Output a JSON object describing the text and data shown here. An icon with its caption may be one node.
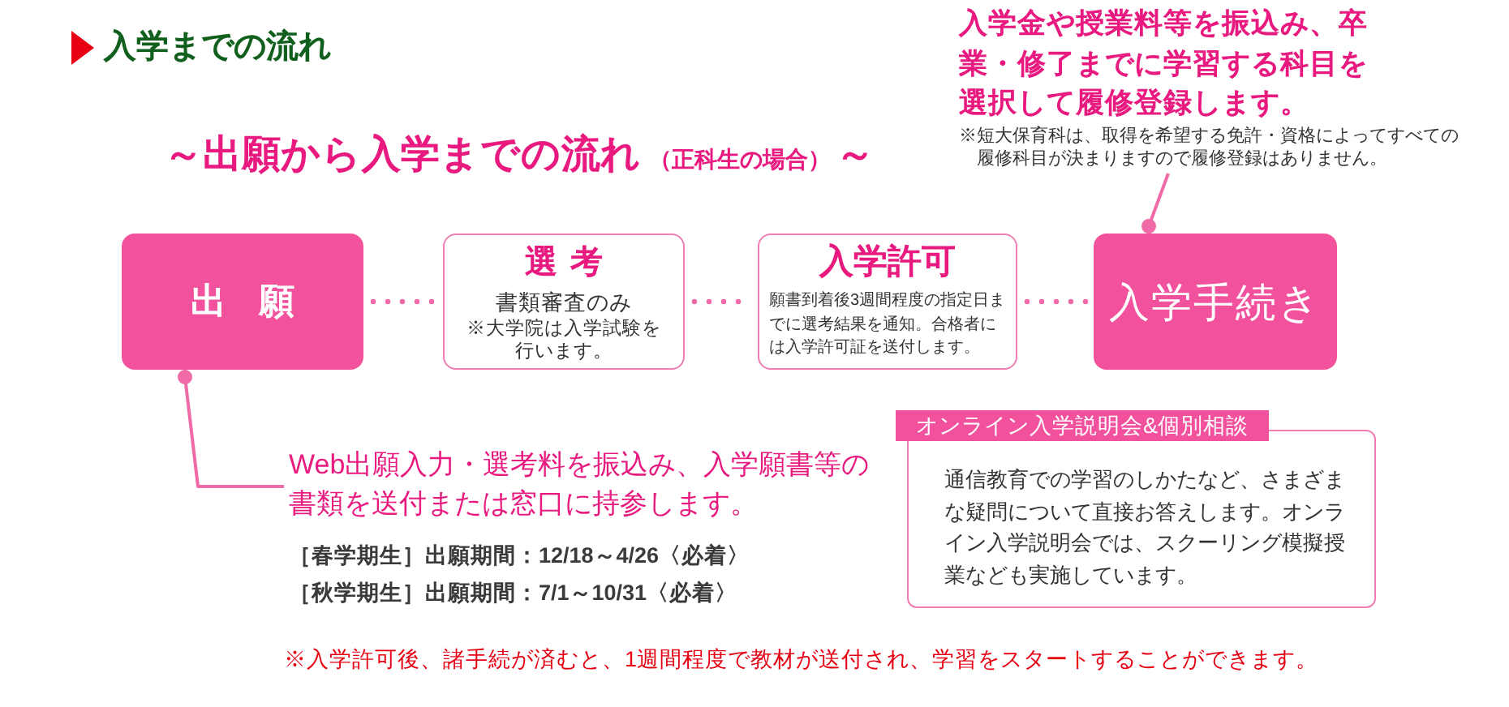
{
  "diagram": {
    "title": "入学までの流れ",
    "nodes": [
      {
        "text": [
          "出願"
        ]
      },
      {
        "text": [
          "選考",
          "書類審査のみ",
          "※大学院は入学試験を行います。"
        ]
      },
      {
        "text": [
          "入学許可",
          "願書到着後3週間程度の指定日までに選考結果を通知。合格者には入学許可証を送付します。"
        ]
      },
      {
        "text": [
          "入学手続き"
        ]
      },
      {
        "text": [
          "Web出願入力・選考料を振込み、入学願書等の書類を送付または窓口に持参します。",
          "［春学期生］出願期間：12/18～4/26〈必着〉",
          "［秋学期生］出願期間：7/1～10/31〈必着〉"
        ]
      },
      {
        "text": [
          "入学金や授業料等を振込み、卒業・修了までに学習する科目を選択して履修登録します。",
          "※短大保育科は、取得を希望する免許・資格によってすべての履修科目が決まりますので履修登録はありません。"
        ]
      },
      {
        "text": [
          "オンライン入学説明会&個別相談",
          "通信教育での学習のしかたなど、さまざまな疑問について直接お答えします。オンライン入学説明会では、スクーリング模擬授業なども実施しています。"
        ]
      }
    ],
    "edges": [
      {
        "from": 0,
        "to": 1,
        "arrow": "none",
        "style": "dashed"
      },
      {
        "from": 1,
        "to": 2,
        "arrow": "none",
        "style": "dashed"
      },
      {
        "from": 2,
        "to": 3,
        "arrow": "none",
        "style": "dashed"
      },
      {
        "from": 4,
        "to": 0,
        "arrow": "other"
      },
      {
        "from": 5,
        "to": 3,
        "arrow": "other"
      }
    ],
    "labels": [
      "～出願から入学までの流れ",
      "（正科生の場合）",
      "～",
      "※入学許可後、諸手続が済むと、1週間程度で教材が送付され、学習をスタートすることができます。"
    ]
  }
}
